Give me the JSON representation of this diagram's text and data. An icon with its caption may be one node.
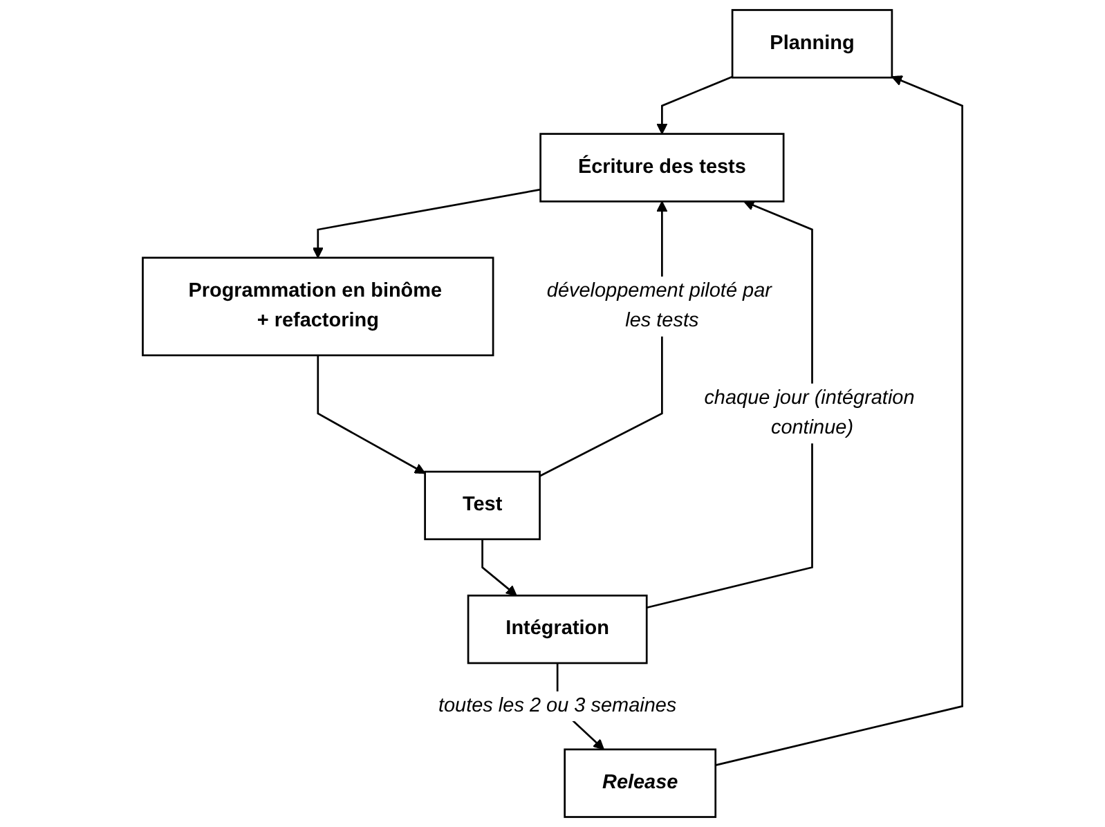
{
  "diagram": {
    "nodes": [
      {
        "text": [
          "Planning"
        ]
      },
      {
        "text": [
          "Écriture des tests"
        ]
      },
      {
        "text": [
          "Programmation en binôme + refactoring"
        ]
      },
      {
        "text": [
          "Test"
        ]
      },
      {
        "text": [
          "Intégration"
        ]
      },
      {
        "text": [
          "Release"
        ]
      }
    ],
    "edges": [
      {
        "from": 0,
        "to": 1,
        "arrow": "to"
      },
      {
        "from": 1,
        "to": 2,
        "arrow": "to"
      },
      {
        "from": 2,
        "to": 3,
        "arrow": "to"
      },
      {
        "from": 3,
        "to": 4,
        "arrow": "to"
      },
      {
        "from": 3,
        "to": 1,
        "arrow": "to",
        "label": "développement piloté par les tests"
      },
      {
        "from": 4,
        "to": 1,
        "arrow": "to",
        "label": "chaque jour (intégration continue)"
      },
      {
        "from": 4,
        "to": 5,
        "arrow": "to",
        "label": "toutes les 2 ou 3 semaines"
      },
      {
        "from": 5,
        "to": 0,
        "arrow": "to"
      }
    ]
  }
}
